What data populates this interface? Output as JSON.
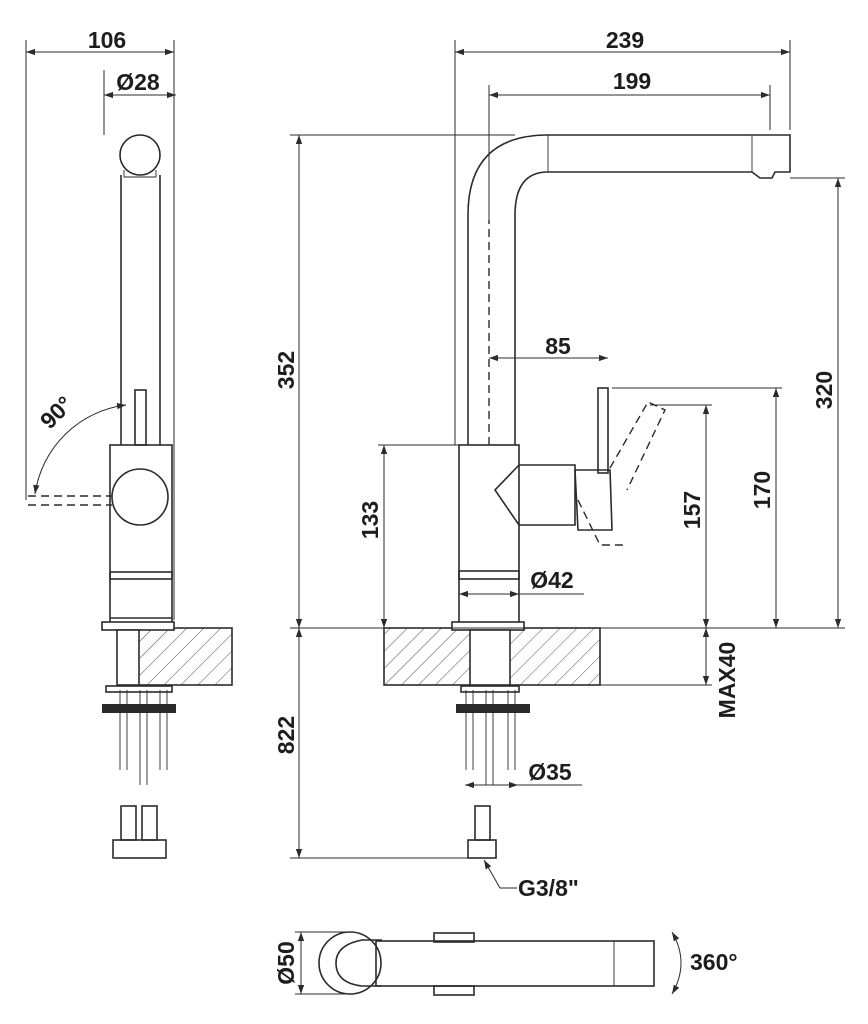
{
  "dimensions": {
    "side_width": "106",
    "side_diameter": "Ø28",
    "angle": "90°",
    "total_width": "239",
    "reach": "199",
    "total_height": "352",
    "spout_height": "320",
    "lever_offset": "85",
    "lever_height_lower": "157",
    "lever_height_upper": "170",
    "body_height": "133",
    "body_diameter": "Ø42",
    "counter_thickness": "MAX40",
    "hose_length": "822",
    "mount_diameter": "Ø35",
    "connection": "G3/8\"",
    "base_diameter": "Ø50",
    "rotation": "360°"
  },
  "colors": {
    "line": "#2b2b2b",
    "background": "#ffffff"
  }
}
